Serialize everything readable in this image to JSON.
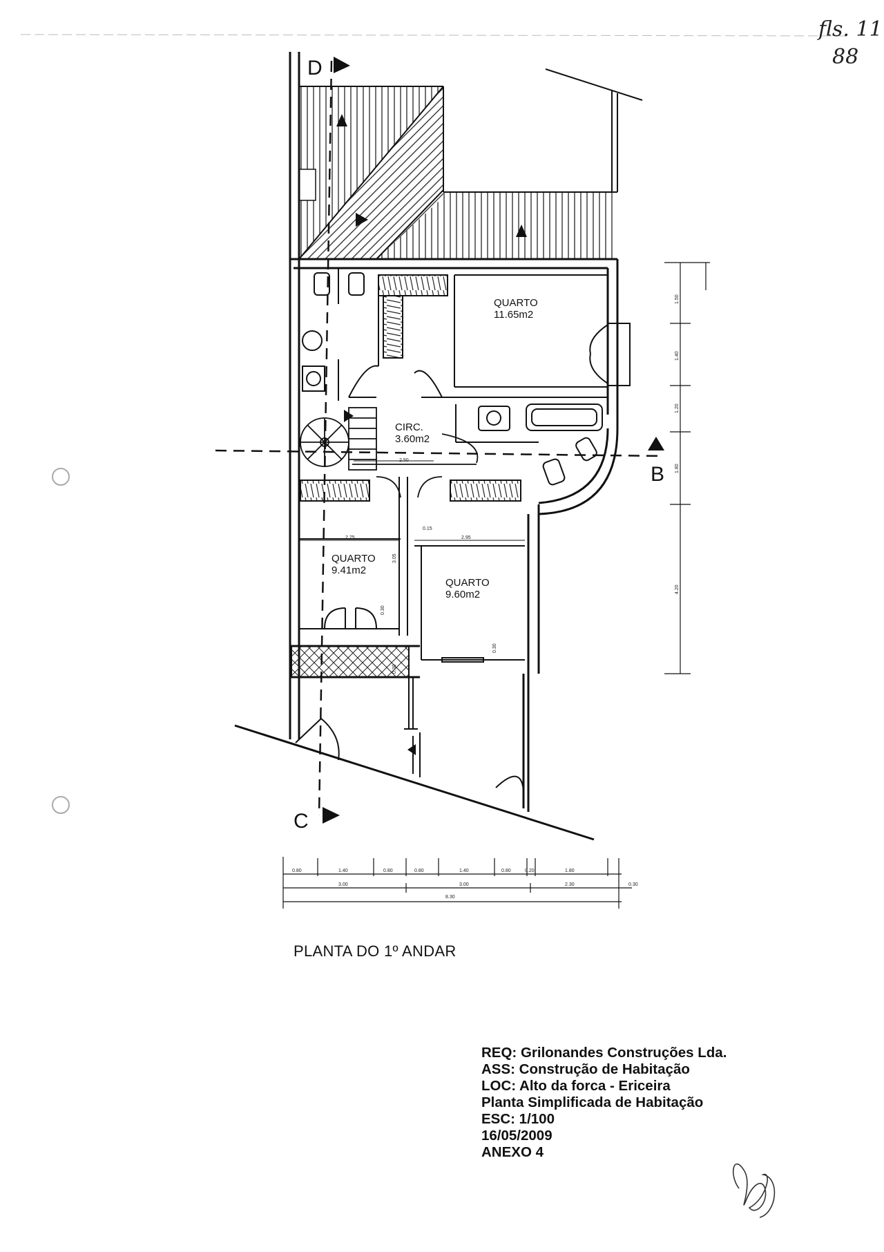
{
  "page_annotation": {
    "folio": "fls. 11",
    "number": "88"
  },
  "section_markers": {
    "top": "D",
    "bottom": "C",
    "right": "B"
  },
  "rooms": [
    {
      "name": "QUARTO",
      "area": "11.65m2"
    },
    {
      "name": "CIRC.",
      "area": "3.60m2"
    },
    {
      "name": "QUARTO",
      "area": "9.41m2"
    },
    {
      "name": "QUARTO",
      "area": "9.60m2"
    }
  ],
  "interior_dimensions": [
    "2.50",
    "2.75",
    "0.15",
    "2.95",
    "3.05",
    "0.30",
    "0.30",
    "0.30"
  ],
  "side_dimensions": [
    "1.50",
    "1.40",
    "1.20",
    "1.80",
    "4.20"
  ],
  "bottom_dimensions": {
    "row1": [
      "0.80",
      "1.40",
      "0.80",
      "0.80",
      "1.40",
      "0.80",
      "0.20",
      "1.80"
    ],
    "row2": [
      "3.00",
      "3.00",
      "2.30"
    ],
    "row2_extra": "0.30",
    "row3": "8.30"
  },
  "plan_title": "PLANTA DO 1º ANDAR",
  "title_block": {
    "req": "REQ: Grilonandes Construções Lda.",
    "ass": "ASS: Construção de Habitação",
    "loc": "LOC: Alto da forca - Ericeira",
    "desc": "Planta Simplificada de Habitação",
    "esc": "ESC: 1/100",
    "date": "16/05/2009",
    "annex": "ANEXO 4"
  }
}
